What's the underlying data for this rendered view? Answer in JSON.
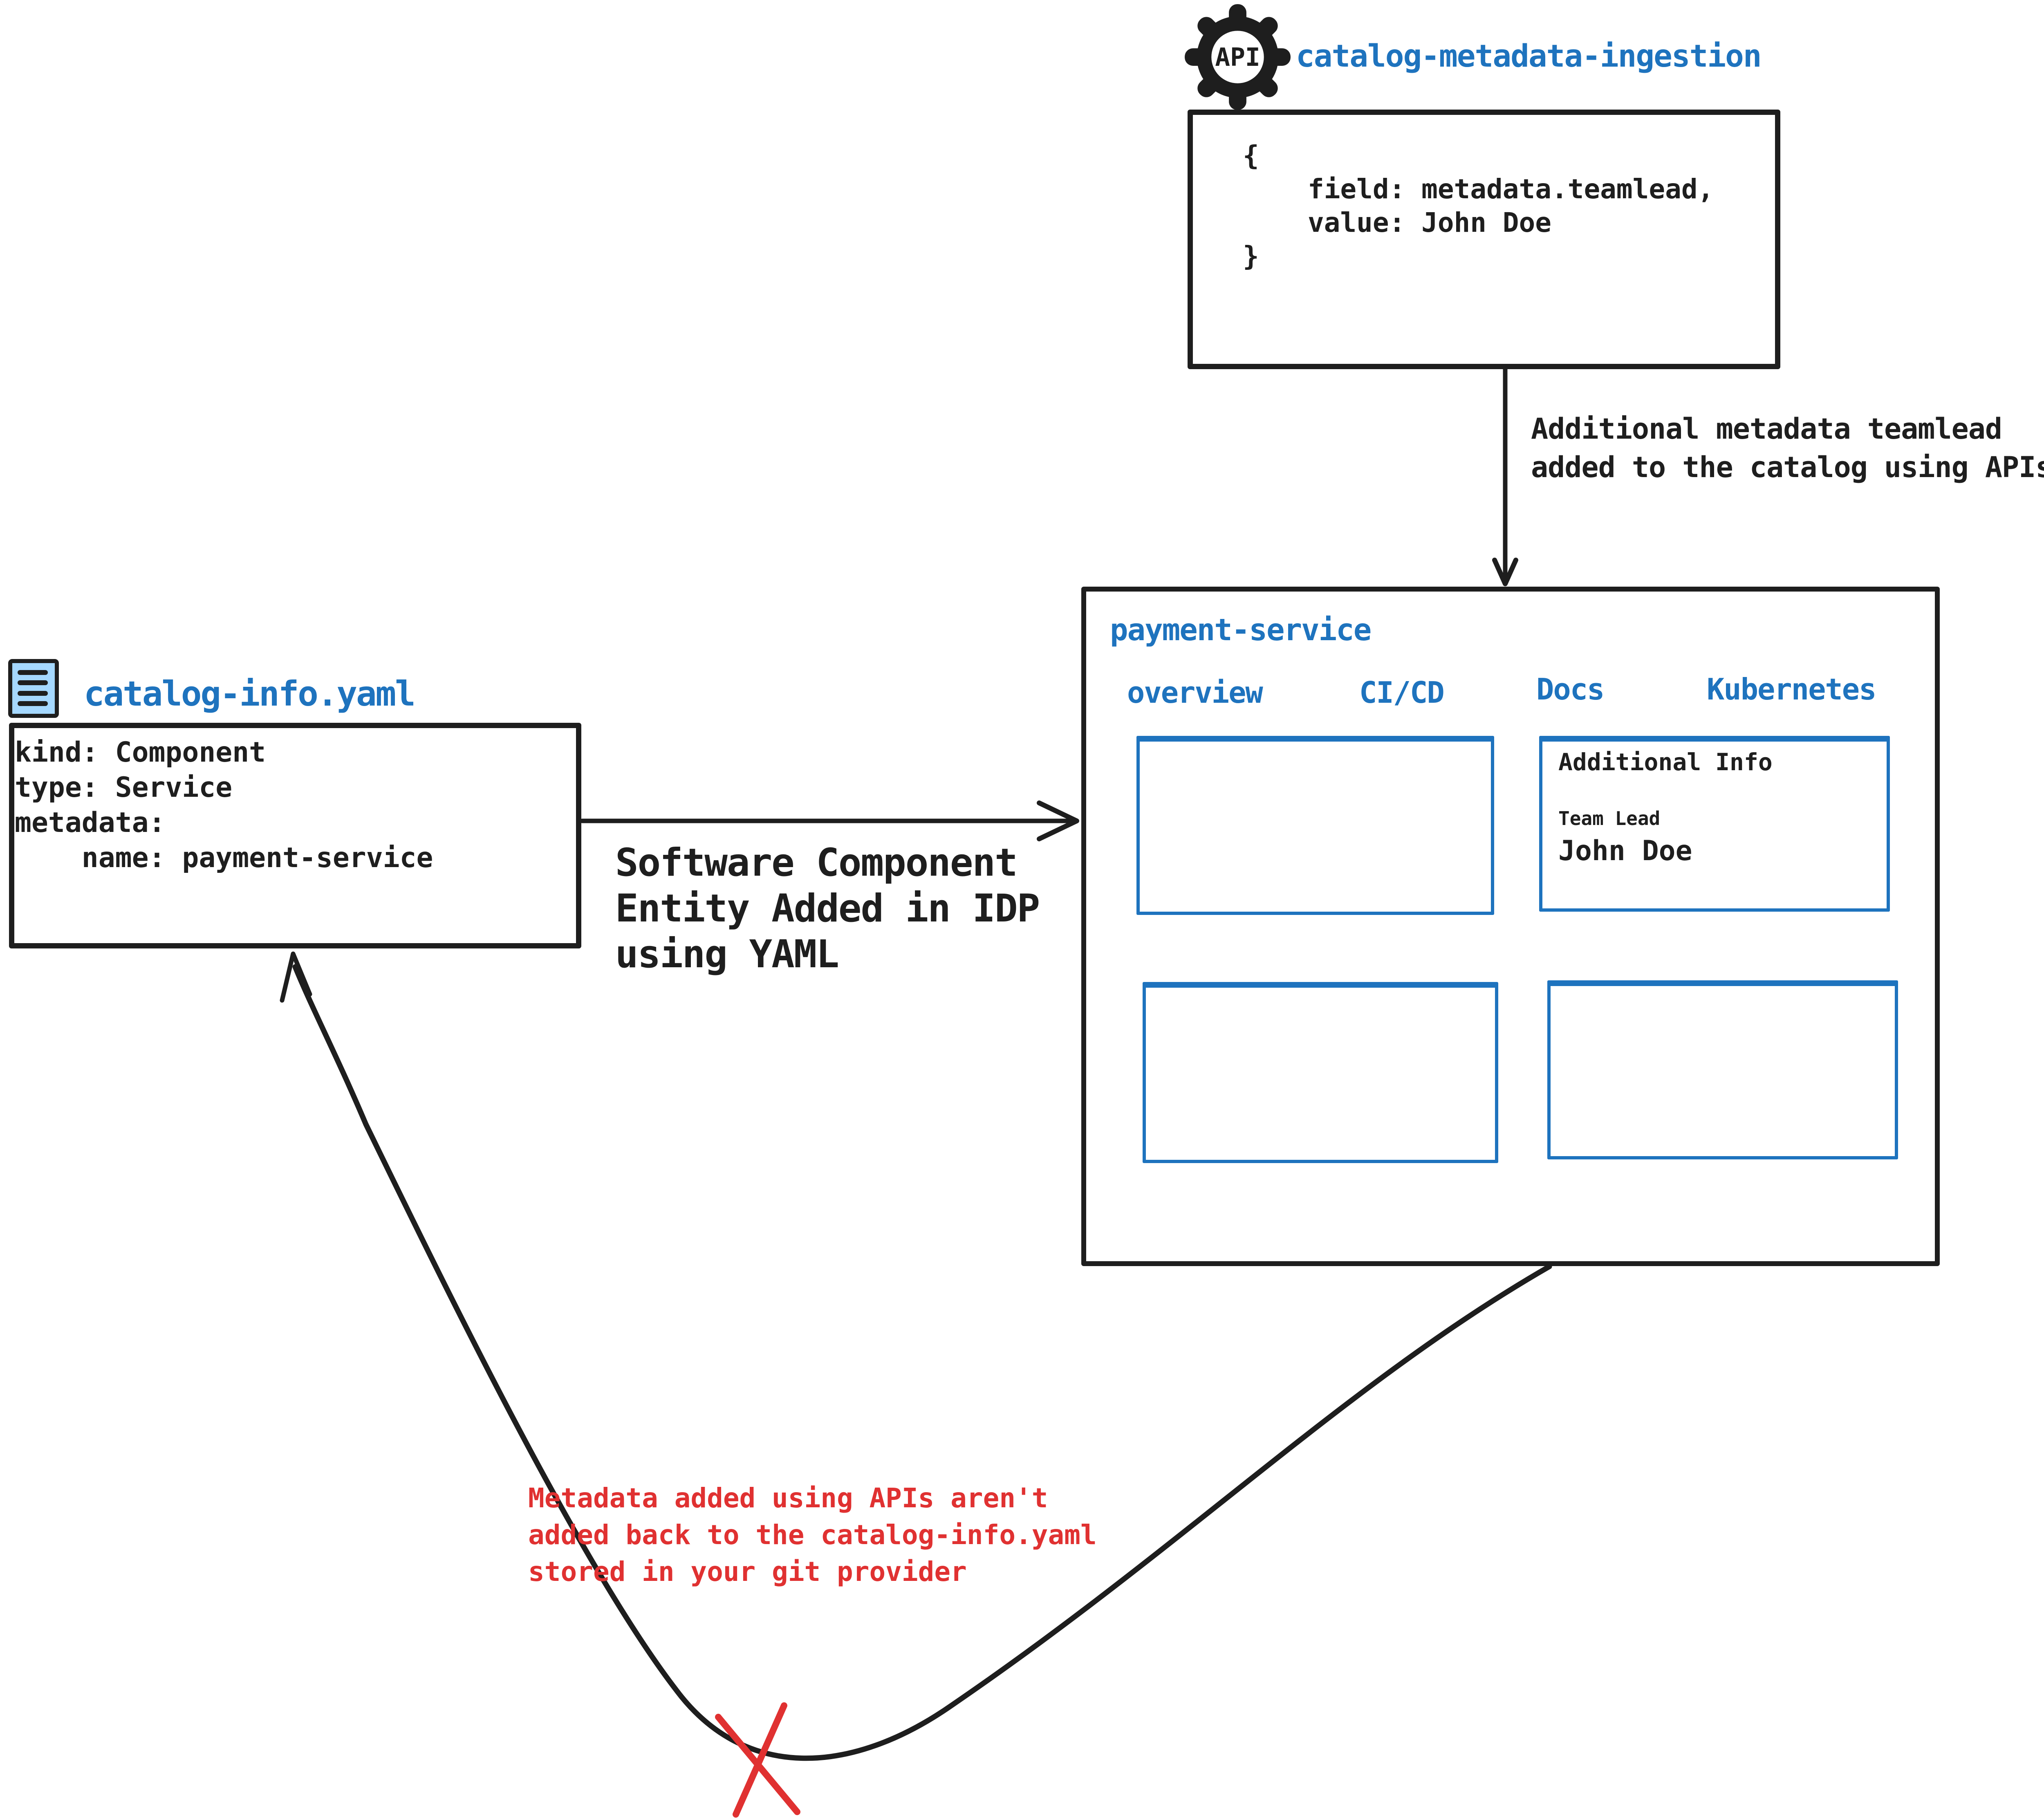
{
  "colors": {
    "ink": "#1e1e1e",
    "accent_blue": "#1e73be",
    "icon_light_blue": "#a5d8ff",
    "warning_red": "#e03131"
  },
  "api_ingestion": {
    "icon": "api-gear-icon",
    "icon_label": "API",
    "title": "catalog-metadata-ingestion",
    "code_lines": [
      "{",
      "    field: metadata.teamlead,",
      "    value: John Doe",
      "}"
    ],
    "arrow_label_lines": [
      "Additional metadata teamlead",
      "added to the catalog using APIs"
    ]
  },
  "idp_portal": {
    "title": "payment-service",
    "tabs": [
      {
        "label": "overview"
      },
      {
        "label": "CI/CD"
      },
      {
        "label": "Docs"
      },
      {
        "label": "Kubernetes"
      }
    ],
    "additional_info": {
      "heading": "Additional Info",
      "field_label": "Team Lead",
      "field_value": "John Doe"
    }
  },
  "yaml_file": {
    "icon": "yaml-file-icon",
    "title": "catalog-info.yaml",
    "code_lines": [
      "kind: Component",
      "type: Service",
      "metadata:",
      "    name: payment-service"
    ],
    "arrow_label_lines": [
      "Software Component",
      "Entity Added in IDP",
      "using YAML"
    ]
  },
  "feedback_note": {
    "lines": [
      "Metadata added using APIs aren't",
      "added back to the catalog-info.yaml",
      "stored in your git provider"
    ]
  }
}
